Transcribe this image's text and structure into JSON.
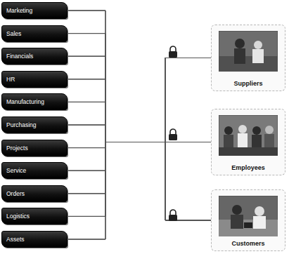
{
  "diagram": {
    "nodes": [
      {
        "text": [
          "Marketing"
        ]
      },
      {
        "text": [
          "Sales"
        ]
      },
      {
        "text": [
          "Financials"
        ]
      },
      {
        "text": [
          "HR"
        ]
      },
      {
        "text": [
          "Manufacturing"
        ]
      },
      {
        "text": [
          "Purchasing"
        ]
      },
      {
        "text": [
          "Projects"
        ]
      },
      {
        "text": [
          "Service"
        ]
      },
      {
        "text": [
          "Orders"
        ]
      },
      {
        "text": [
          "Logistics"
        ]
      },
      {
        "text": [
          "Assets"
        ]
      },
      {
        "text": [
          "Suppliers"
        ]
      },
      {
        "text": [
          "Employees"
        ]
      },
      {
        "text": [
          "Customers"
        ]
      }
    ],
    "edges": [
      {
        "from": 0,
        "to": 11,
        "arrow": "none"
      },
      {
        "from": 0,
        "to": 12,
        "arrow": "none"
      },
      {
        "from": 0,
        "to": 13,
        "arrow": "none"
      },
      {
        "from": 1,
        "to": 11,
        "arrow": "none"
      },
      {
        "from": 1,
        "to": 12,
        "arrow": "none"
      },
      {
        "from": 1,
        "to": 13,
        "arrow": "none"
      },
      {
        "from": 2,
        "to": 11,
        "arrow": "none"
      },
      {
        "from": 2,
        "to": 12,
        "arrow": "none"
      },
      {
        "from": 2,
        "to": 13,
        "arrow": "none"
      },
      {
        "from": 3,
        "to": 11,
        "arrow": "none"
      },
      {
        "from": 3,
        "to": 12,
        "arrow": "none"
      },
      {
        "from": 3,
        "to": 13,
        "arrow": "none"
      },
      {
        "from": 4,
        "to": 11,
        "arrow": "none"
      },
      {
        "from": 4,
        "to": 12,
        "arrow": "none"
      },
      {
        "from": 4,
        "to": 13,
        "arrow": "none"
      },
      {
        "from": 5,
        "to": 11,
        "arrow": "none"
      },
      {
        "from": 5,
        "to": 12,
        "arrow": "none"
      },
      {
        "from": 5,
        "to": 13,
        "arrow": "none"
      },
      {
        "from": 6,
        "to": 11,
        "arrow": "none"
      },
      {
        "from": 6,
        "to": 12,
        "arrow": "none"
      },
      {
        "from": 6,
        "to": 13,
        "arrow": "none"
      },
      {
        "from": 7,
        "to": 11,
        "arrow": "none"
      },
      {
        "from": 7,
        "to": 12,
        "arrow": "none"
      },
      {
        "from": 7,
        "to": 13,
        "arrow": "none"
      },
      {
        "from": 8,
        "to": 11,
        "arrow": "none"
      },
      {
        "from": 8,
        "to": 12,
        "arrow": "none"
      },
      {
        "from": 8,
        "to": 13,
        "arrow": "none"
      },
      {
        "from": 9,
        "to": 11,
        "arrow": "none"
      },
      {
        "from": 9,
        "to": 12,
        "arrow": "none"
      },
      {
        "from": 9,
        "to": 13,
        "arrow": "none"
      },
      {
        "from": 10,
        "to": 11,
        "arrow": "none"
      },
      {
        "from": 10,
        "to": 12,
        "arrow": "none"
      },
      {
        "from": 10,
        "to": 13,
        "arrow": "none"
      }
    ]
  }
}
